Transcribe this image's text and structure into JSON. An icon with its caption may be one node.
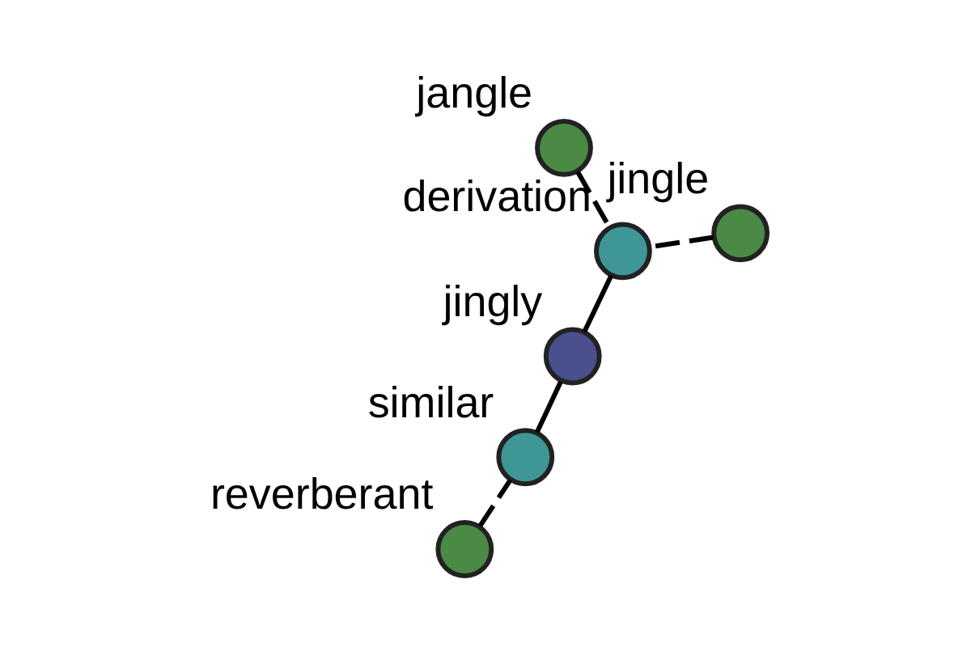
{
  "diagram": {
    "nodes": [
      {
        "text": [
          "jingly"
        ]
      },
      {
        "text": [
          "derivation"
        ]
      },
      {
        "text": [
          "similar"
        ]
      },
      {
        "text": [
          "jangle"
        ]
      },
      {
        "text": [
          "jingle"
        ]
      },
      {
        "text": [
          "reverberant"
        ]
      }
    ],
    "edges": [
      {
        "from": 1,
        "to": 0,
        "arrow": "none"
      },
      {
        "from": 0,
        "to": 2,
        "arrow": "none"
      },
      {
        "from": 3,
        "to": 1,
        "arrow": "none",
        "style": "dashed"
      },
      {
        "from": 4,
        "to": 1,
        "arrow": "none",
        "style": "dashed"
      },
      {
        "from": 5,
        "to": 2,
        "arrow": "none",
        "style": "dashed"
      }
    ]
  }
}
